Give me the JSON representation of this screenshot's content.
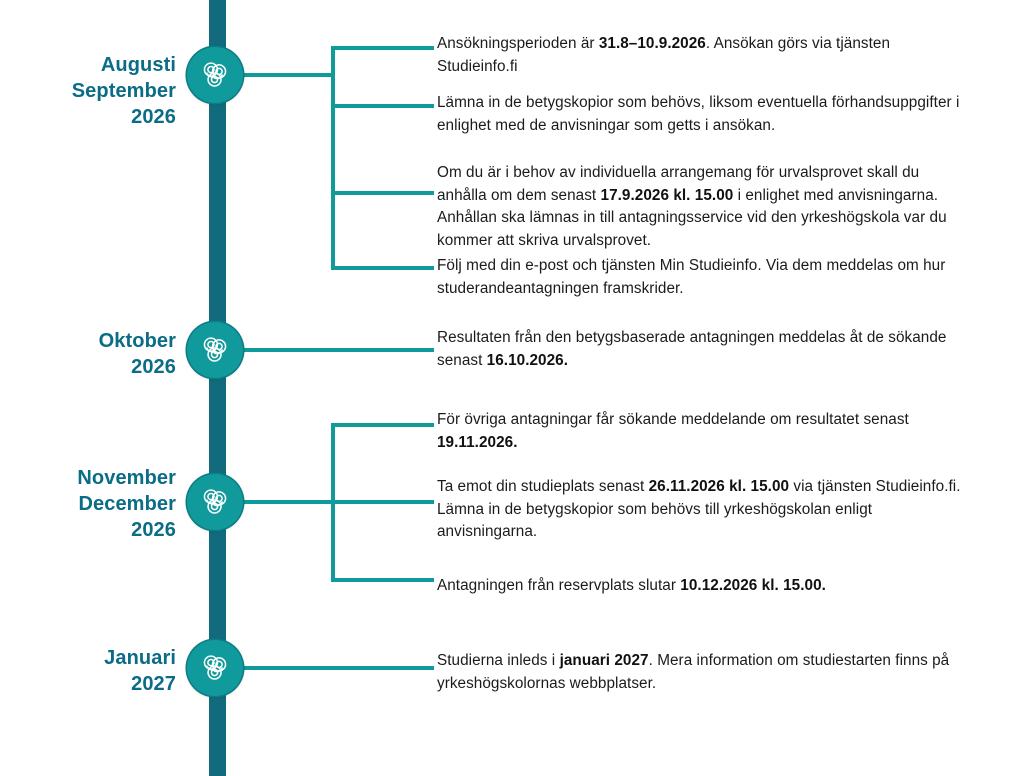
{
  "meta": {
    "title": "Ansökningstidtabell – tidslinje",
    "language": "sv"
  },
  "theme": {
    "spine_color": "#126b7d",
    "node_color": "#119a9b",
    "connector_color": "#119a9b",
    "month_label_color": "#0b6c86",
    "body_text_color": "#1b1b1b",
    "background": "#ffffff"
  },
  "icon": {
    "name": "trefoil-knot-icon",
    "stroke": "#ffffff"
  },
  "milestones": [
    {
      "id": "aug-sep-2026",
      "label": "Augusti\nSeptember\n2026",
      "months": [
        "Augusti",
        "September"
      ],
      "year": "2026",
      "notes": [
        {
          "id": "note-ansokningsperiod",
          "parts": [
            {
              "text": "Ansökningsperioden är ",
              "bold": false
            },
            {
              "text": "31.8–10.9.2026",
              "bold": true
            },
            {
              "text": ". Ansökan görs via tjänsten Studieinfo.fi",
              "bold": false
            }
          ]
        },
        {
          "id": "note-betygskopior",
          "parts": [
            {
              "text": "Lämna in de betygskopior som behövs, liksom eventuella förhandsuppgifter i enlighet med de anvisningar som getts i ansökan.",
              "bold": false
            }
          ]
        },
        {
          "id": "note-individuella-arrangemang",
          "parts": [
            {
              "text": "Om du är i behov av individuella arrangemang för urvalsprovet skall du anhålla om dem senast ",
              "bold": false
            },
            {
              "text": "17.9.2026 kl. 15.00",
              "bold": true
            },
            {
              "text": " i enlighet med anvisningarna. Anhållan ska lämnas in till antagningsservice vid den yrkeshögskola var du kommer att skriva urvalsprovet.",
              "bold": false
            }
          ]
        },
        {
          "id": "note-min-studieinfo",
          "parts": [
            {
              "text": "Följ med din e-post och tjänsten Min Studieinfo. Via dem meddelas om hur studerandeantagningen framskrider.",
              "bold": false
            }
          ]
        }
      ]
    },
    {
      "id": "okt-2026",
      "label": "Oktober\n2026",
      "months": [
        "Oktober"
      ],
      "year": "2026",
      "notes": [
        {
          "id": "note-betygsbaserad-antagning",
          "parts": [
            {
              "text": "Resultaten från den betygsbaserade antagningen meddelas åt de sökande senast ",
              "bold": false
            },
            {
              "text": "16.10.2026.",
              "bold": true
            }
          ]
        }
      ]
    },
    {
      "id": "nov-dec-2026",
      "label": "November\nDecember\n2026",
      "months": [
        "November",
        "December"
      ],
      "year": "2026",
      "notes": [
        {
          "id": "note-ovriga-antagningar",
          "parts": [
            {
              "text": "För övriga antagningar får sökande meddelande om resultatet senast ",
              "bold": false
            },
            {
              "text": "19.11.2026.",
              "bold": true
            }
          ]
        },
        {
          "id": "note-ta-emot-studieplats",
          "parts": [
            {
              "text": "Ta emot din studieplats senast ",
              "bold": false
            },
            {
              "text": "26.11.2026 kl. 15.00",
              "bold": true
            },
            {
              "text": " via tjänsten Studieinfo.fi. Lämna in de betygskopior som behövs till yrkeshögskolan enligt anvisningarna.",
              "bold": false
            }
          ]
        },
        {
          "id": "note-reservplats",
          "parts": [
            {
              "text": "Antagningen från reservplats slutar ",
              "bold": false
            },
            {
              "text": "10.12.2026 kl. 15.00.",
              "bold": true
            }
          ]
        }
      ]
    },
    {
      "id": "jan-2027",
      "label": "Januari\n2027",
      "months": [
        "Januari"
      ],
      "year": "2027",
      "notes": [
        {
          "id": "note-studiestart",
          "parts": [
            {
              "text": "Studierna inleds i ",
              "bold": false
            },
            {
              "text": "januari 2027",
              "bold": true
            },
            {
              "text": ". Mera information om studiestarten finns på yrkeshögskolornas webbplatser.",
              "bold": false
            }
          ]
        }
      ]
    }
  ]
}
